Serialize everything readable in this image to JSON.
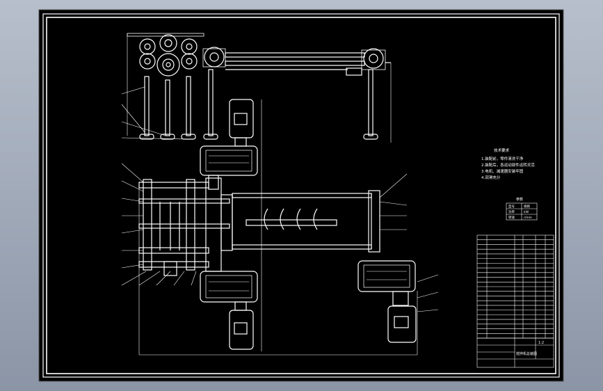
{
  "drawing": {
    "background_color": "#000000",
    "line_color": "#ffffff",
    "viewport_color": "#9aa3b2",
    "notes": {
      "title": "技术要求",
      "lines": [
        "1.装配前，零件清洗干净",
        "2.装配后，各运动部件运转灵活",
        "3.电机、减速器安装牢固",
        "4.润滑充分"
      ]
    },
    "small_table": {
      "title": "参数",
      "rows": [
        [
          "型号",
          "规格"
        ],
        [
          "功率",
          "kW"
        ],
        [
          "转速",
          "r/min"
        ]
      ]
    },
    "parts_list": {
      "row_count": 22
    },
    "title_block": {
      "drawing_name": "搅拌机总装图",
      "sheet": "1:2"
    }
  }
}
